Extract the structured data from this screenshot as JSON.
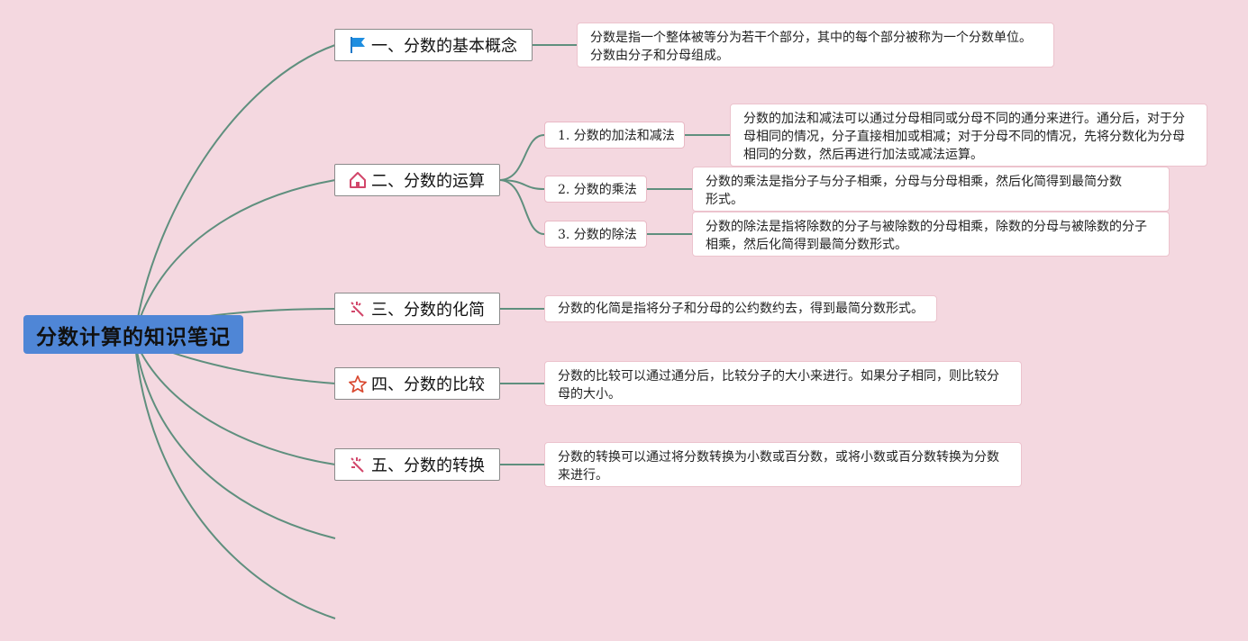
{
  "root": {
    "label": "分数计算的知识笔记"
  },
  "topics": [
    {
      "label": "一、分数的基本概念",
      "icon": "flag-icon"
    },
    {
      "label": "二、分数的运算",
      "icon": "house-icon"
    },
    {
      "label": "三、分数的化简",
      "icon": "magic-wand-icon"
    },
    {
      "label": "四、分数的比较",
      "icon": "star-icon"
    },
    {
      "label": "五、分数的转换",
      "icon": "magic-wand-icon"
    }
  ],
  "subtopics": [
    {
      "label": "1. 分数的加法和减法"
    },
    {
      "label": "2. 分数的乘法"
    },
    {
      "label": "3. 分数的除法"
    }
  ],
  "notes": {
    "basic_concept": [
      "分数是指一个整体被等分为若干个部分，其中的每个部分被称为一个分数单位。",
      "分数由分子和分母组成。"
    ],
    "add_sub": "分数的加法和减法可以通过分母相同或分母不同的通分来进行。通分后，对于分母相同的情况，分子直接相加或相减；对于分母不同的情况，先将分数化为分母相同的分数，然后再进行加法或减法运算。",
    "multiply": "分数的乘法是指分子与分子相乘，分母与分母相乘，然后化简得到最简分数形式。",
    "divide": "分数的除法是指将除数的分子与被除数的分母相乘，除数的分母与被除数的分子相乘，然后化简得到最简分数形式。",
    "simplify": "分数的化简是指将分子和分母的公约数约去，得到最简分数形式。",
    "compare": "分数的比较可以通过通分后，比较分子的大小来进行。如果分子相同，则比较分母的大小。",
    "convert": "分数的转换可以通过将分数转换为小数或百分数，或将小数或百分数转换为分数来进行。"
  },
  "colors": {
    "background": "#f4d8e0",
    "root": "#4f86d6",
    "branch": "#5f8f7e"
  }
}
